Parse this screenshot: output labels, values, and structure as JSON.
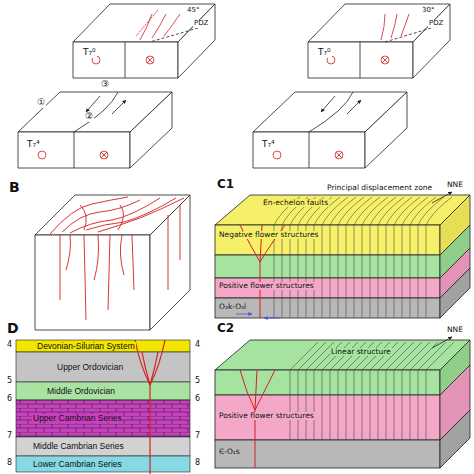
{
  "diagram": {
    "nodes": [
      {
        "text": [
          "Devonian-Silurian System"
        ]
      },
      {
        "text": [
          "Upper Ordovician"
        ]
      },
      {
        "text": [
          "Middle Ordovician"
        ]
      },
      {
        "text": [
          "Upper Cambrian Series"
        ]
      },
      {
        "text": [
          "Middle Cambrian Series"
        ]
      },
      {
        "text": [
          "Lower Cambrian Series"
        ]
      }
    ],
    "labels": [
      "45°",
      "PDZ",
      "T₇⁰",
      "①",
      "②",
      "③",
      "T₇⁴",
      "30°",
      "PDZ",
      "T₇⁰",
      "T₇⁴",
      "B",
      "C1",
      "En-echelon faults",
      "Principal displacement zone",
      "NNE",
      "Negative flower structures",
      "Positive flower structures",
      "O₃k-O₃l",
      "C2",
      "NNE",
      "Positive flower structures",
      "Linear structure",
      "Є-O₁s",
      "D",
      "4",
      "5",
      "6",
      "7",
      "8",
      "4",
      "5",
      "6",
      "7",
      "8"
    ]
  }
}
